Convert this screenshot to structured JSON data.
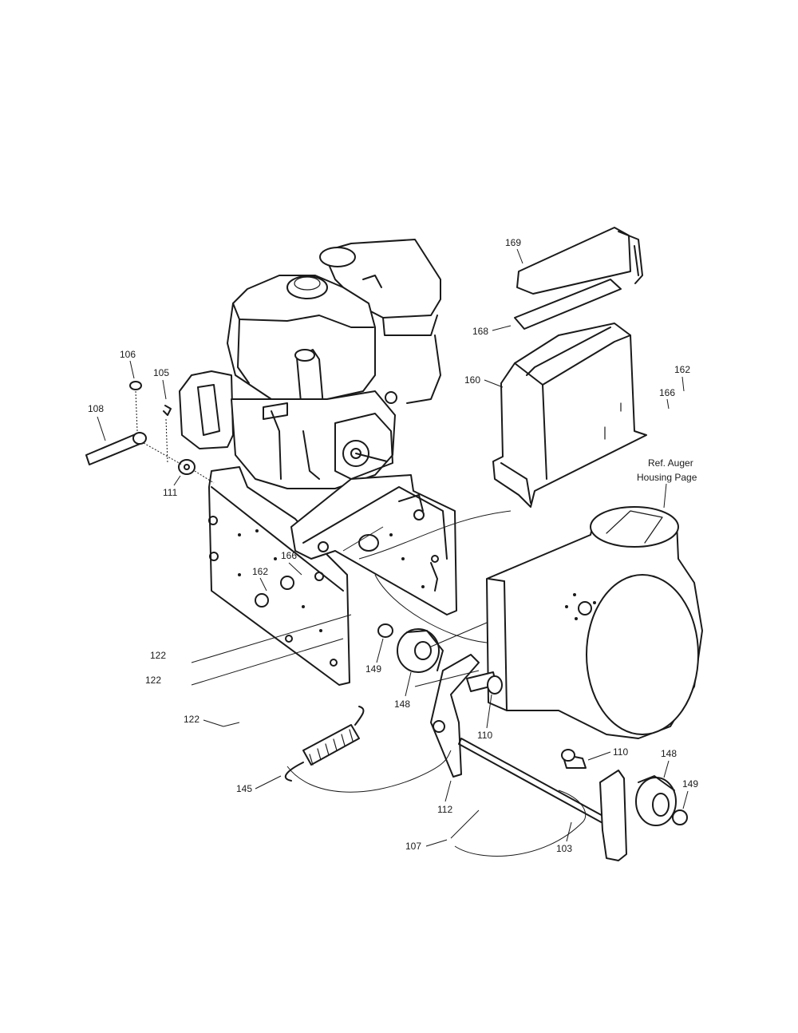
{
  "colors": {
    "line": "#1a1a1a",
    "background": "#ffffff"
  },
  "reference_note": {
    "line1": "Ref. Auger",
    "line2": "Housing Page"
  },
  "callouts": {
    "c169": "169",
    "c168": "168",
    "c160": "160",
    "c162a": "162",
    "c166a": "166",
    "c106": "106",
    "c105": "105",
    "c108": "108",
    "c111": "111",
    "c166b": "166",
    "c162b": "162",
    "c122a": "122",
    "c122b": "122",
    "c122c": "122",
    "c149a": "149",
    "c148a": "148",
    "c110a": "110",
    "c110b": "110",
    "c148b": "148",
    "c149b": "149",
    "c145": "145",
    "c112": "112",
    "c107": "107",
    "c103": "103"
  }
}
